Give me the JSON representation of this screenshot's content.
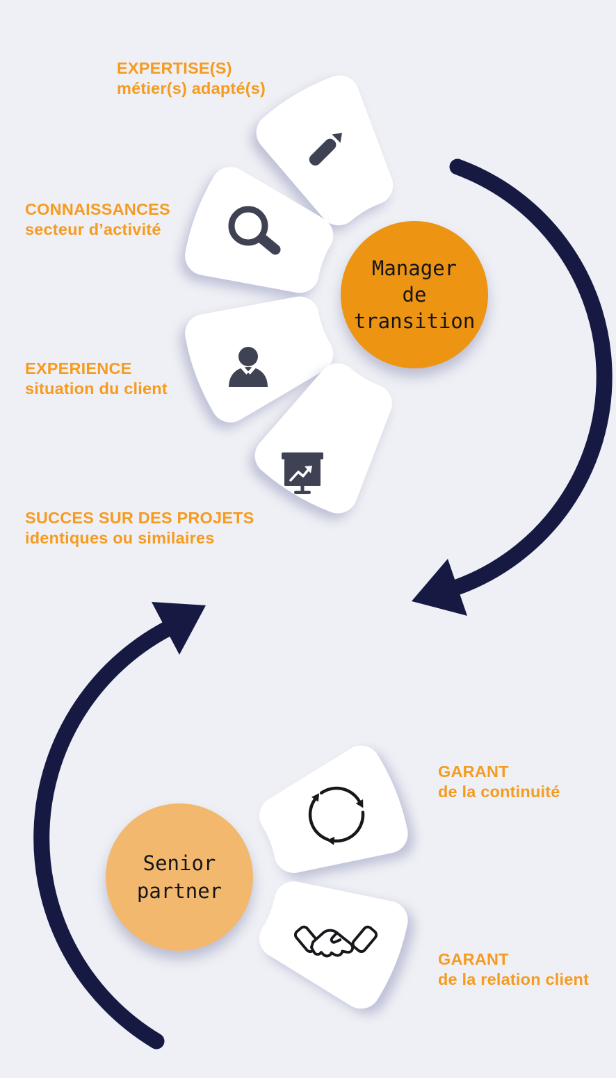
{
  "palette": {
    "background": "#eff0f5",
    "navy_arrow": "#161a43",
    "orange_strong": "#ed9413",
    "orange_light": "#f2b96e",
    "label_orange": "#f59b20",
    "icon_slate": "#3e4252",
    "petal_white": "#ffffff"
  },
  "top": {
    "center": {
      "line1": "Manager",
      "line2": "de",
      "line3": "transition"
    },
    "items": [
      {
        "title": "EXPERTISE(S)",
        "subtitle": "métier(s) adapté(s)",
        "icon": "pencil-icon"
      },
      {
        "title": "CONNAISSANCES",
        "subtitle": "secteur d’activité",
        "icon": "search-icon"
      },
      {
        "title": "EXPERIENCE",
        "subtitle": "situation du client",
        "icon": "person-icon"
      },
      {
        "title": "SUCCES SUR DES PROJETS",
        "subtitle": "identiques ou similaires",
        "icon": "presentation-chart-icon"
      }
    ]
  },
  "bottom": {
    "center": {
      "line1": "Senior",
      "line2": "partner"
    },
    "items": [
      {
        "title": "GARANT",
        "subtitle": "de la continuité",
        "icon": "cycle-arrows-icon"
      },
      {
        "title": "GARANT",
        "subtitle": "de la relation client",
        "icon": "handshake-icon"
      }
    ]
  }
}
